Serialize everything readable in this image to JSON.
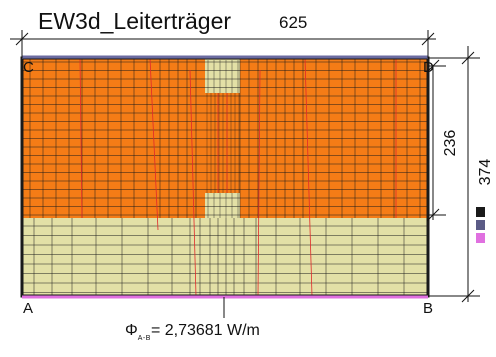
{
  "drawing": {
    "title": "EW3d_Leiterträger",
    "dim_width": "625",
    "dim_upper_height": "236",
    "dim_total_height": "374"
  },
  "corners": {
    "a": "A",
    "b": "B",
    "c": "C",
    "d": "D"
  },
  "result": {
    "symbol": "Φ",
    "subscript": "A-B",
    "value": "= 2,73681 W/m"
  },
  "legend": {
    "swatches": [
      {
        "color": "#1a1a1a"
      },
      {
        "color": "#5b5b86"
      },
      {
        "color": "#e070e0"
      }
    ]
  },
  "colors": {
    "insulation": "#f57c16",
    "wood": "#e3e0a6",
    "mesh": "#1a1a1a",
    "isotherm": "#e02a2a",
    "boundary_top": "#6b6ba0",
    "boundary_bottom": "#e070e0"
  }
}
